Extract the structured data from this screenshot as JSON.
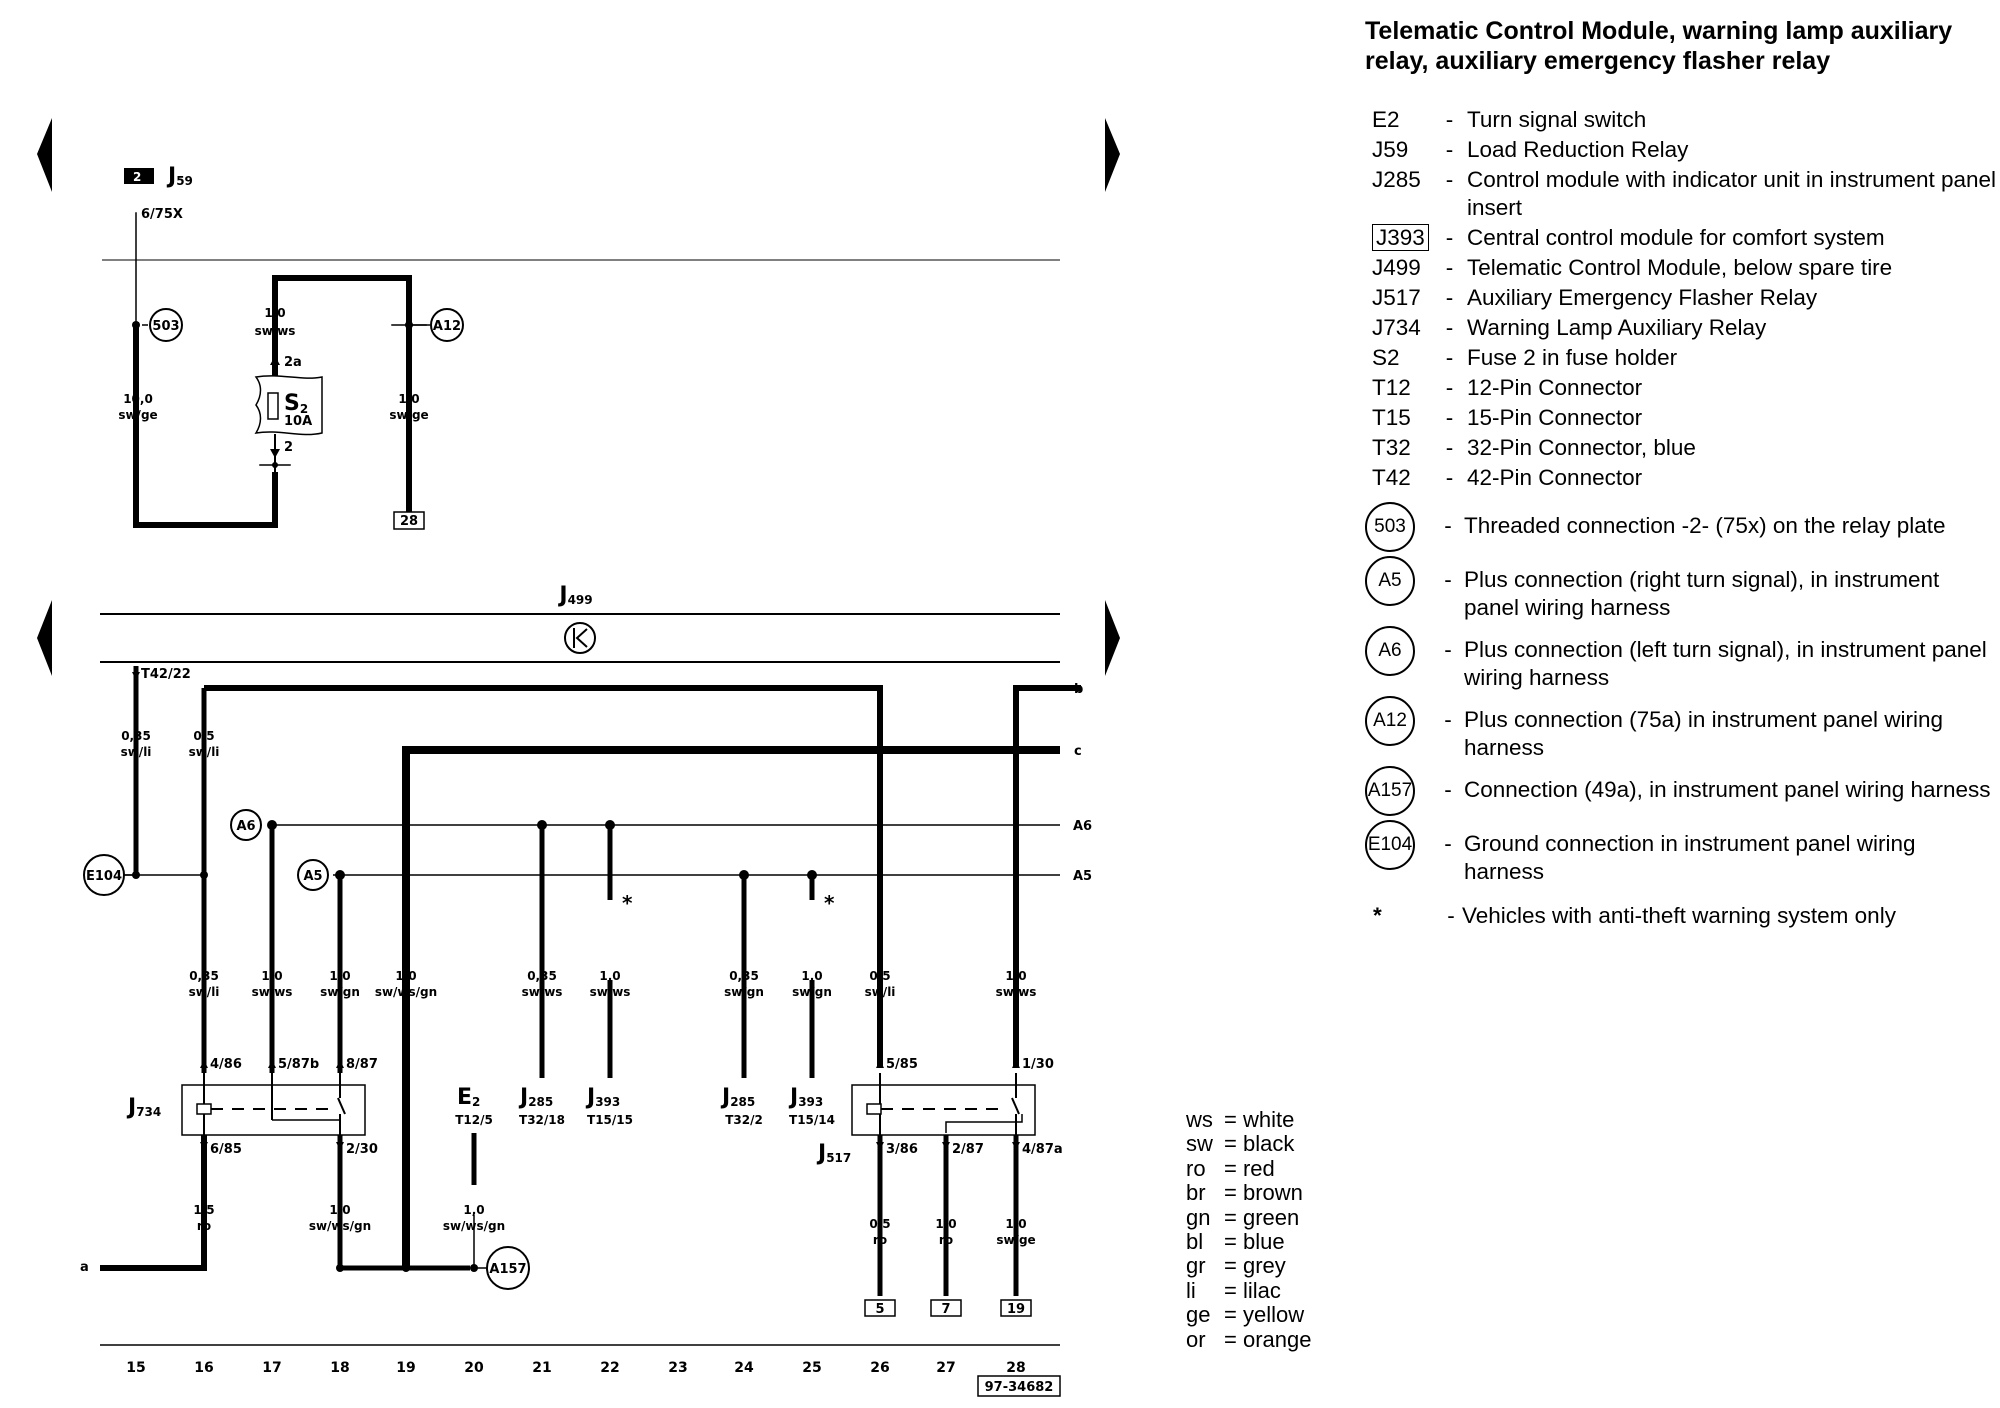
{
  "title": "Telematic Control Module, warning lamp auxiliary relay, auxiliary emergency flasher relay",
  "legend": [
    {
      "code": "E2",
      "desc": "Turn signal switch"
    },
    {
      "code": "J59",
      "desc": "Load Reduction Relay"
    },
    {
      "code": "J285",
      "desc": "Control module with indicator unit in instrument panel insert"
    },
    {
      "code": "J393",
      "desc": "Central control module for comfort system",
      "boxed": true
    },
    {
      "code": "J499",
      "desc": "Telematic Control Module, below spare tire"
    },
    {
      "code": "J517",
      "desc": "Auxiliary Emergency Flasher Relay"
    },
    {
      "code": "J734",
      "desc": "Warning Lamp Auxiliary Relay"
    },
    {
      "code": "S2",
      "desc": "Fuse 2 in fuse holder"
    },
    {
      "code": "T12",
      "desc": "12-Pin Connector"
    },
    {
      "code": "T15",
      "desc": "15-Pin Connector"
    },
    {
      "code": "T32",
      "desc": "32-Pin Connector, blue"
    },
    {
      "code": "T42",
      "desc": "42-Pin Connector"
    }
  ],
  "connections": [
    {
      "code": "503",
      "desc": "Threaded connection -2- (75x) on the relay plate"
    },
    {
      "code": "A5",
      "desc": "Plus connection (right turn signal), in instrument panel wiring harness"
    },
    {
      "code": "A6",
      "desc": "Plus connection (left turn signal), in instrument panel wiring harness"
    },
    {
      "code": "A12",
      "desc": "Plus connection (75a) in instrument panel wiring harness"
    },
    {
      "code": "A157",
      "desc": "Connection (49a), in instrument panel wiring harness"
    },
    {
      "code": "E104",
      "desc": "Ground connection in instrument panel wiring harness"
    }
  ],
  "note": {
    "symbol": "*",
    "desc": "Vehicles with anti-theft warning system only"
  },
  "colors": [
    {
      "abbr": "ws",
      "name": "white"
    },
    {
      "abbr": "sw",
      "name": "black"
    },
    {
      "abbr": "ro",
      "name": "red"
    },
    {
      "abbr": "br",
      "name": "brown"
    },
    {
      "abbr": "gn",
      "name": "green"
    },
    {
      "abbr": "bl",
      "name": "blue"
    },
    {
      "abbr": "gr",
      "name": "grey"
    },
    {
      "abbr": "li",
      "name": "lilac"
    },
    {
      "abbr": "ge",
      "name": "yellow"
    },
    {
      "abbr": "or",
      "name": "orange"
    }
  ],
  "diagram": {
    "top": {
      "j59_num": "2",
      "j59_label": "J",
      "j59_sub": "59",
      "pin_675x": "6/75X",
      "gnd_503": "503",
      "gnd_a12": "A12",
      "w_left_size": "10,0",
      "w_left_color": "sw/ge",
      "w_fuse_size": "1,0",
      "w_fuse_color": "sw/ws",
      "w_right_size": "1,0",
      "w_right_color": "sw/ge",
      "fuse_pin_top": "2a",
      "fuse_pin_bottom": "2",
      "fuse_label": "S",
      "fuse_sub": "2",
      "fuse_rating": "10A",
      "term_28": "28"
    },
    "bottom": {
      "j499_label": "J",
      "j499_sub": "499",
      "t42_pin": "T42/22",
      "w1_size": "0,35",
      "w1_color": "sw/li",
      "w2_size": "0,5",
      "w2_color": "sw/li",
      "gnd_e104": "E104",
      "gnd_a6": "A6",
      "gnd_a5": "A5",
      "gnd_a157": "A157",
      "side_b": "b",
      "side_c": "c",
      "side_a6": "A6",
      "side_a5": "A5",
      "side_a": "a",
      "star": "*",
      "mid_wires": [
        {
          "size": "0,35",
          "color": "sw/li"
        },
        {
          "size": "1,0",
          "color": "sw/ws"
        },
        {
          "size": "1,0",
          "color": "sw/gn"
        },
        {
          "size": "1,0",
          "color": "sw/ws/gn"
        },
        {
          "size": "0,35",
          "color": "sw/ws"
        },
        {
          "size": "1,0",
          "color": "sw/ws"
        },
        {
          "size": "0,35",
          "color": "sw/gn"
        },
        {
          "size": "1,0",
          "color": "sw/gn"
        },
        {
          "size": "0,5",
          "color": "sw/li"
        },
        {
          "size": "1,0",
          "color": "sw/ws"
        }
      ],
      "j734_pins": {
        "p486": "4/86",
        "p587b": "5/87b",
        "p887": "8/87",
        "p685": "6/85",
        "p230": "2/30"
      },
      "j734_label": "J",
      "j734_sub": "734",
      "j517_pins": {
        "p585": "5/85",
        "p130": "1/30",
        "p386": "3/86",
        "p287": "2/87",
        "p487a": "4/87a"
      },
      "j517_label": "J",
      "j517_sub": "517",
      "e2_label": "E",
      "e2_sub": "2",
      "e2_pin": "T12/5",
      "j285a_label": "J",
      "j285a_sub": "285",
      "j285a_pin": "T32/18",
      "j393a_label": "J",
      "j393a_sub": "393",
      "j393a_pin": "T15/15",
      "j285b_label": "J",
      "j285b_sub": "285",
      "j285b_pin": "T32/2",
      "j393b_label": "J",
      "j393b_sub": "393",
      "j393b_pin": "T15/14",
      "low_wires": [
        {
          "size": "1,5",
          "color": "ro"
        },
        {
          "size": "1,0",
          "color": "sw/ws/gn"
        },
        {
          "size": "1,0",
          "color": "sw/ws/gn"
        },
        {
          "size": "0,5",
          "color": "ro"
        },
        {
          "size": "1,0",
          "color": "ro"
        },
        {
          "size": "1,0",
          "color": "sw/ge"
        }
      ],
      "terms": [
        "5",
        "7",
        "19"
      ]
    },
    "tracks": [
      "15",
      "16",
      "17",
      "18",
      "19",
      "20",
      "21",
      "22",
      "23",
      "24",
      "25",
      "26",
      "27",
      "28"
    ],
    "ref": "97-34682"
  }
}
